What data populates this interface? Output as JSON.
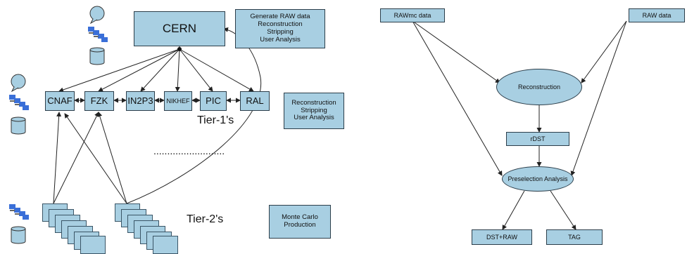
{
  "left": {
    "cern": "CERN",
    "cern_tasks": "Generate RAW data\nReconstruction\nStripping\nUser Analysis",
    "tier1_sites": [
      "CNAF",
      "FZK",
      "IN2P3",
      "NIKHEF",
      "PIC",
      "RAL"
    ],
    "tier1_tasks": "Reconstruction\nStripping\nUser Analysis",
    "tier1_label": "Tier-1's",
    "dots": "..........................",
    "tier2_label": "Tier-2's",
    "tier2_tasks": "Monte Carlo\nProduction",
    "icons": [
      "person-icon",
      "computers-icon",
      "database-icon"
    ]
  },
  "right": {
    "rawmc": "RAWmc data",
    "raw": "RAW data",
    "reconstruction": "Reconstruction",
    "rdst": "rDST",
    "preselection": "Preselection Analysis",
    "dstraw": "DST+RAW",
    "tag": "TAG"
  },
  "colors": {
    "box_fill": "#a8cfe2",
    "box_border": "#2c3e4a",
    "line": "#222222"
  }
}
